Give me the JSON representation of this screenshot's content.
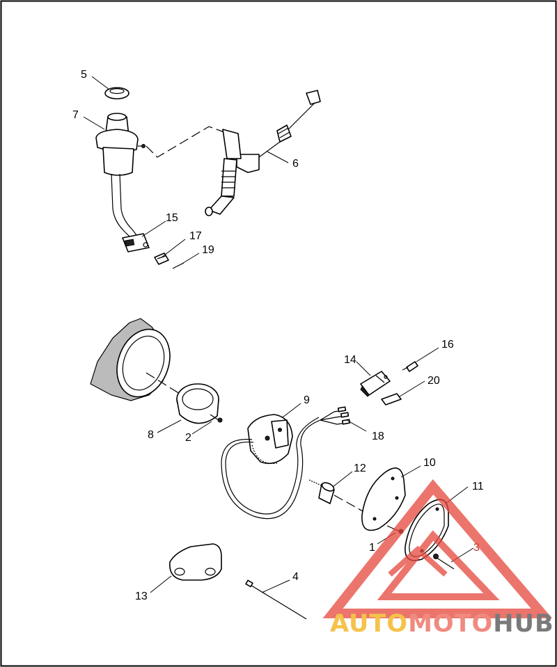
{
  "diagram": {
    "callouts": [
      {
        "id": "c1",
        "text": "1"
      },
      {
        "id": "c2",
        "text": "2"
      },
      {
        "id": "c3",
        "text": "3"
      },
      {
        "id": "c4",
        "text": "4"
      },
      {
        "id": "c5",
        "text": "5"
      },
      {
        "id": "c6",
        "text": "6"
      },
      {
        "id": "c7",
        "text": "7"
      },
      {
        "id": "c8",
        "text": "8"
      },
      {
        "id": "c9",
        "text": "9"
      },
      {
        "id": "c10",
        "text": "10"
      },
      {
        "id": "c11",
        "text": "11"
      },
      {
        "id": "c12",
        "text": "12"
      },
      {
        "id": "c13",
        "text": "13"
      },
      {
        "id": "c14",
        "text": "14"
      },
      {
        "id": "c15",
        "text": "15"
      },
      {
        "id": "c16",
        "text": "16"
      },
      {
        "id": "c17",
        "text": "17"
      },
      {
        "id": "c18",
        "text": "18"
      },
      {
        "id": "c19",
        "text": "19"
      },
      {
        "id": "c20",
        "text": "20"
      }
    ]
  },
  "watermark": {
    "part1": "AUTO",
    "part2": "MOTO",
    "part3": "HUB",
    "color_part1": "#f5c24a",
    "color_part2": "#f08a80",
    "color_part3": "#7a7a7a",
    "triangle_color": "#e5473c"
  },
  "colors": {
    "line": "#000000",
    "background": "#ffffff",
    "callout_3": "#c0392b"
  }
}
